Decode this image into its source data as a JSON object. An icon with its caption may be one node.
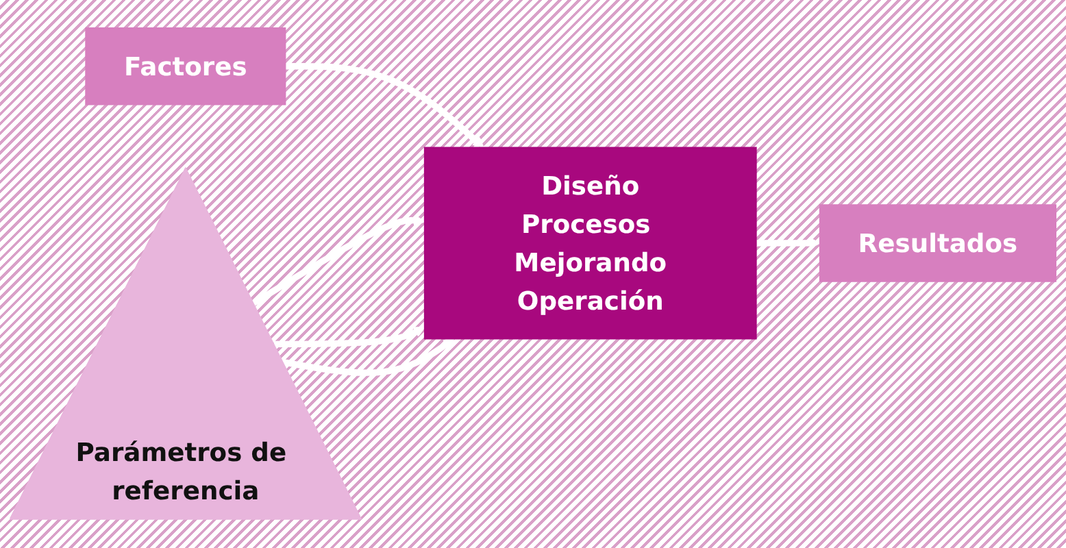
{
  "diagram": {
    "nodes": [
      {
        "text": [
          "Factores"
        ]
      },
      {
        "text": [
          "Diseño",
          "Procesos Mejorando",
          "Operación"
        ]
      },
      {
        "text": [
          "Resultados"
        ]
      },
      {
        "text": [
          "Parámetros de referencia"
        ]
      }
    ],
    "edges": [
      {
        "from": 0,
        "to": 1,
        "arrow": "to"
      },
      {
        "from": 1,
        "to": 2,
        "arrow": "to"
      },
      {
        "from": 3,
        "to": 1,
        "arrow": "to"
      },
      {
        "from": 3,
        "to": 1,
        "arrow": "to"
      },
      {
        "from": 3,
        "to": 1,
        "arrow": "to"
      }
    ]
  }
}
